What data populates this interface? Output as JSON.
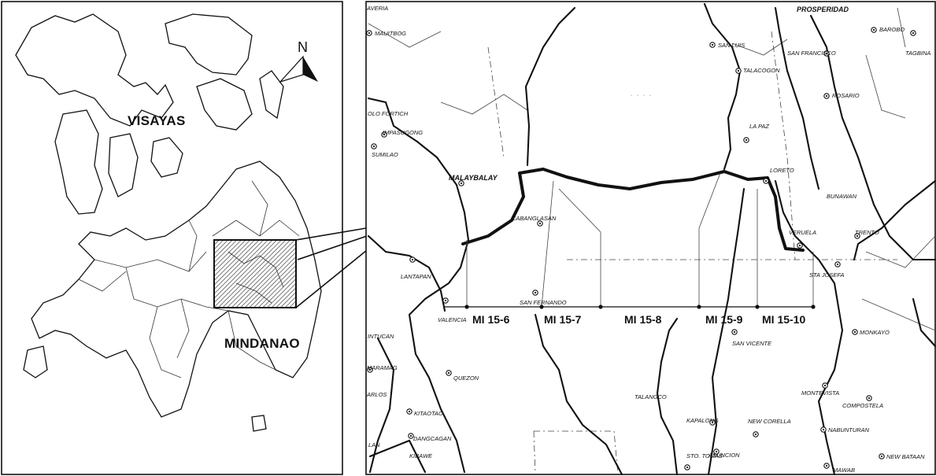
{
  "overview": {
    "north_label": "N",
    "regions": {
      "visayas": "VISAYAS",
      "mindanao": "MINDANAO"
    }
  },
  "detail": {
    "towns": [
      {
        "id": "aveira",
        "label": "AVERIA"
      },
      {
        "id": "mauitbog",
        "label": "MAUITBOG"
      },
      {
        "id": "san-luis",
        "label": "SAN LUIS"
      },
      {
        "id": "prosperidad",
        "label": "PROSPERIDAD"
      },
      {
        "id": "barobo",
        "label": "BAROBO"
      },
      {
        "id": "tagbina",
        "label": "TAGBINA"
      },
      {
        "id": "san-francisco",
        "label": "SAN FRANCISCO"
      },
      {
        "id": "talacogon",
        "label": "TALACOGON"
      },
      {
        "id": "rosario",
        "label": "ROSARIO"
      },
      {
        "id": "olo-fortich",
        "label": "OLO FORTICH"
      },
      {
        "id": "impasugong",
        "label": "IMPASUGONG"
      },
      {
        "id": "sumilao",
        "label": "SUMILAO"
      },
      {
        "id": "la-paz",
        "label": "LA PAZ"
      },
      {
        "id": "malaybalay",
        "label": "MALAYBALAY"
      },
      {
        "id": "loreto",
        "label": "LORETO"
      },
      {
        "id": "bunawan",
        "label": "BUNAWAN"
      },
      {
        "id": "cabanglasan",
        "label": "CABANGLASAN"
      },
      {
        "id": "veruela",
        "label": "VERUELA"
      },
      {
        "id": "trento",
        "label": "TRENTO"
      },
      {
        "id": "lantapan",
        "label": "LANTAPAN"
      },
      {
        "id": "sta-josefa",
        "label": "STA JOSEFA"
      },
      {
        "id": "san-fernando",
        "label": "SAN FERNANDO"
      },
      {
        "id": "valencia",
        "label": "VALENCIA"
      },
      {
        "id": "san-vicente",
        "label": "SAN VICENTE"
      },
      {
        "id": "monkayo",
        "label": "MONKAYO"
      },
      {
        "id": "maramag",
        "label": "MARAMAG"
      },
      {
        "id": "kitaotao",
        "label": "KITAOTAO"
      },
      {
        "id": "quezon",
        "label": "QUEZON"
      },
      {
        "id": "talacogon2",
        "label": "TALANGCO"
      },
      {
        "id": "montevista",
        "label": "MONTEVISTA"
      },
      {
        "id": "compostela",
        "label": "COMPOSTELA"
      },
      {
        "id": "kapalong",
        "label": "KAPALONG"
      },
      {
        "id": "new-corella",
        "label": "NEW CORELLA"
      },
      {
        "id": "nabunturan",
        "label": "NABUNTURAN"
      },
      {
        "id": "dangcagan",
        "label": "DANGCAGAN"
      },
      {
        "id": "kibawe",
        "label": "KIBAWE"
      },
      {
        "id": "sto-tomas",
        "label": "STO. TOMAS"
      },
      {
        "id": "asuncion",
        "label": "ASUNCION"
      },
      {
        "id": "new-bataan",
        "label": "NEW BATAAN"
      },
      {
        "id": "mawab",
        "label": "MAWAB"
      },
      {
        "id": "intucan",
        "label": "INTUCAN"
      },
      {
        "id": "arlos",
        "label": "ARLOS"
      },
      {
        "id": "lan",
        "label": "LAN"
      }
    ],
    "transects": [
      "MI 15-6",
      "MI 15-7",
      "MI 15-8",
      "MI 15-9",
      "MI 15-10"
    ]
  }
}
